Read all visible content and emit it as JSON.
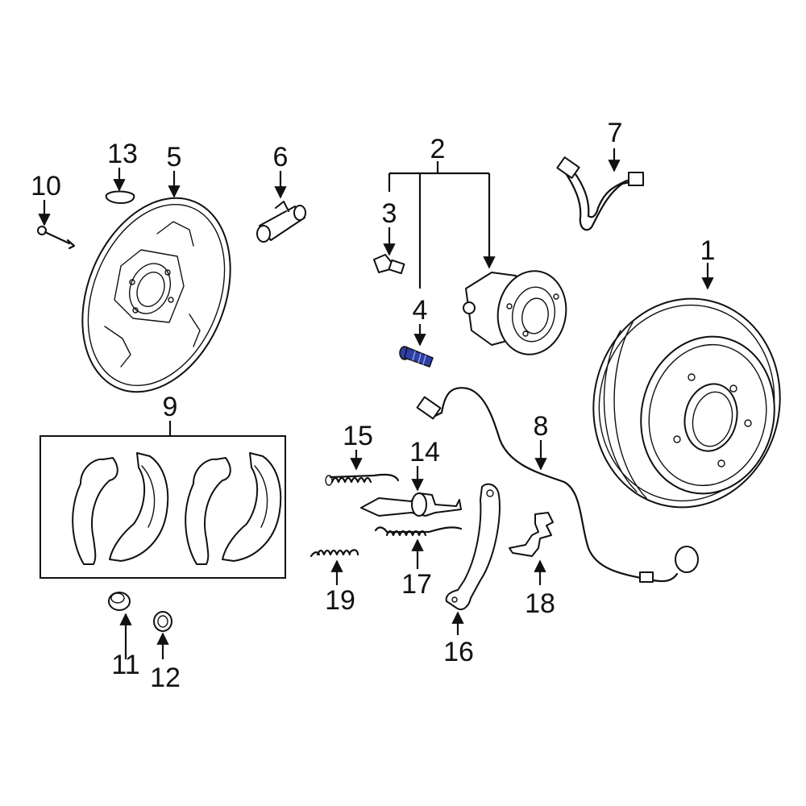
{
  "callouts": [
    {
      "id": "1",
      "label": "1"
    },
    {
      "id": "2",
      "label": "2"
    },
    {
      "id": "3",
      "label": "3"
    },
    {
      "id": "4",
      "label": "4"
    },
    {
      "id": "5",
      "label": "5"
    },
    {
      "id": "6",
      "label": "6"
    },
    {
      "id": "7",
      "label": "7"
    },
    {
      "id": "8",
      "label": "8"
    },
    {
      "id": "9",
      "label": "9"
    },
    {
      "id": "10",
      "label": "10"
    },
    {
      "id": "11",
      "label": "11"
    },
    {
      "id": "12",
      "label": "12"
    },
    {
      "id": "13",
      "label": "13"
    },
    {
      "id": "14",
      "label": "14"
    },
    {
      "id": "15",
      "label": "15"
    },
    {
      "id": "16",
      "label": "16"
    },
    {
      "id": "17",
      "label": "17"
    },
    {
      "id": "18",
      "label": "18"
    },
    {
      "id": "19",
      "label": "19"
    }
  ],
  "colors": {
    "line": "#111111",
    "background": "#ffffff",
    "highlight": "#2f3fa8"
  },
  "highlighted_part": "4"
}
